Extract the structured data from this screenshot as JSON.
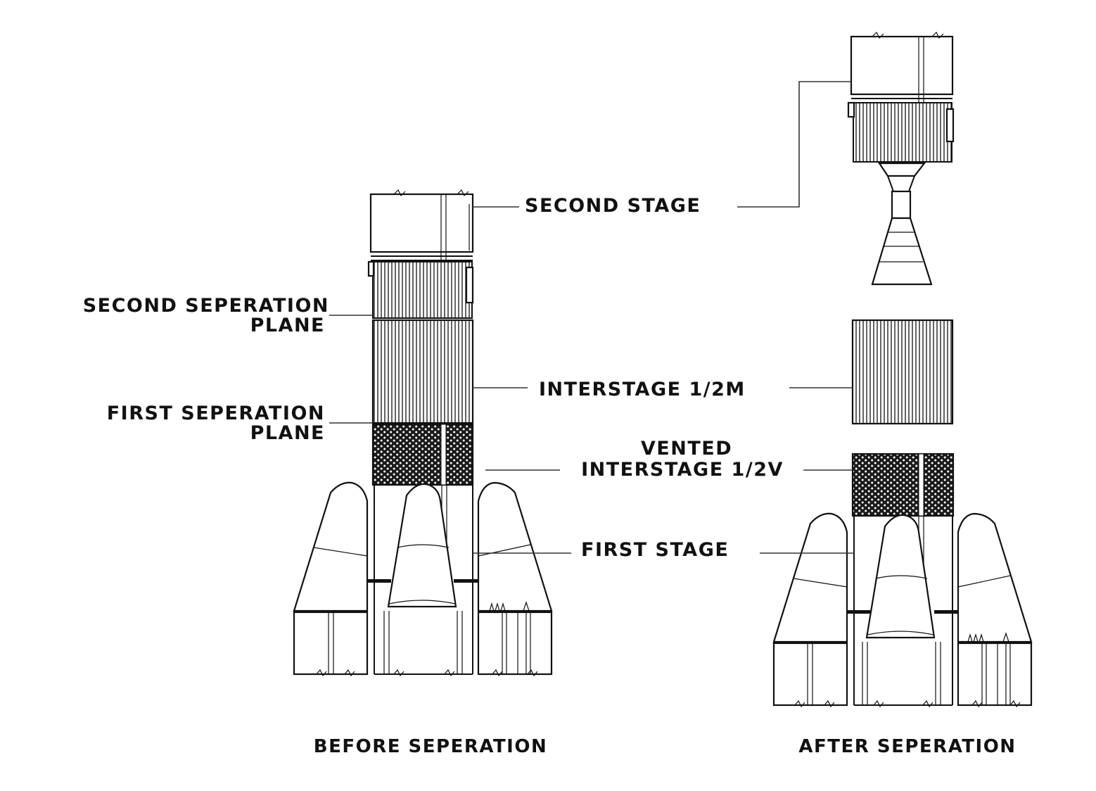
{
  "labels": {
    "second_stage": "SECOND STAGE",
    "second_sep_line1": "SECOND SEPERATION",
    "second_sep_line2": "PLANE",
    "interstage_half_m": "INTERSTAGE 1/2M",
    "first_sep_line1": "FIRST SEPERATION",
    "first_sep_line2": "PLANE",
    "vented_line1": "VENTED",
    "vented_line2": "INTERSTAGE 1/2V",
    "first_stage": "FIRST STAGE"
  },
  "captions": {
    "before": "BEFORE SEPERATION",
    "after": "AFTER SEPERATION"
  },
  "colors": {
    "line": "#111111",
    "background": "#ffffff"
  }
}
